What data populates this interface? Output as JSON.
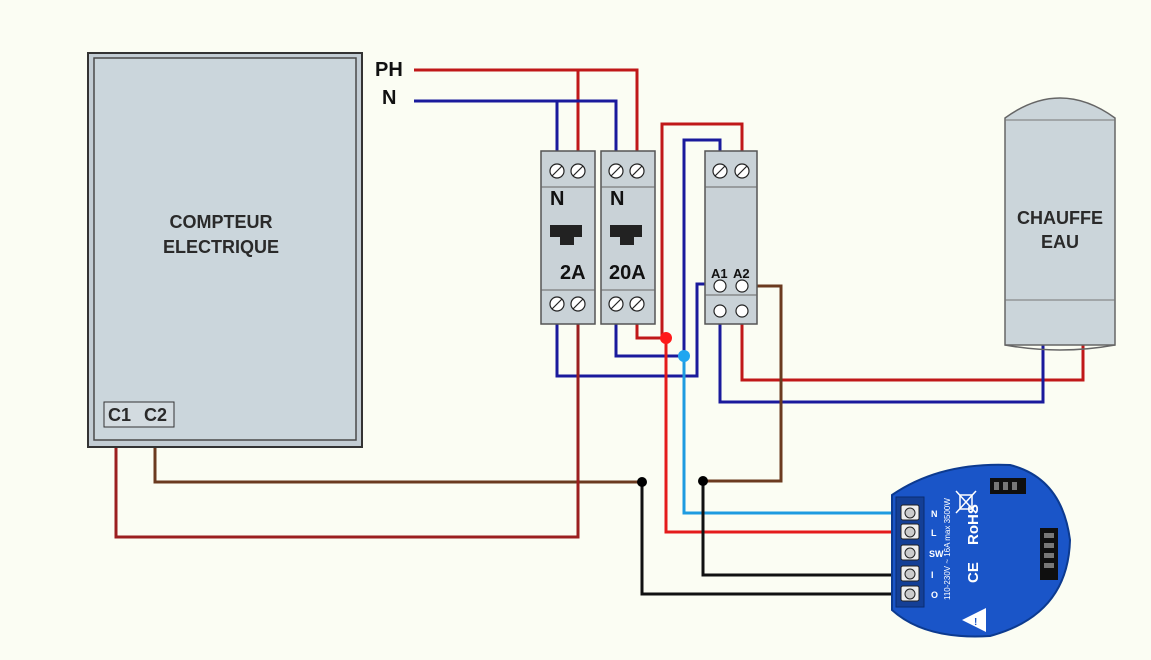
{
  "supply": {
    "phase_label": "PH",
    "neutral_label": "N"
  },
  "meter": {
    "line1": "COMPTEUR",
    "line2": "ELECTRIQUE",
    "terminal1": "C1",
    "terminal2": "C2"
  },
  "breakers": [
    {
      "pole_label": "N",
      "rating": "2A"
    },
    {
      "pole_label": "N",
      "rating": "20A"
    }
  ],
  "contactor": {
    "coil_label_1": "A1",
    "coil_label_2": "A2"
  },
  "heater": {
    "line1": "CHAUFFE",
    "line2": "EAU"
  },
  "relay_module": {
    "terminals": [
      "O",
      "I",
      "SW",
      "L",
      "N"
    ],
    "marks": [
      "CE",
      "RoHS"
    ],
    "fine_print": "110-230V ~ 16A  max 3500W"
  },
  "colors": {
    "phase": "#c01818",
    "neutral": "#1a1a9c",
    "signal_blue": "#1e9be0",
    "signal_red": "#e41b1b",
    "control": "#6b3a1f",
    "black": "#111111",
    "equipment": "#cfd8dc",
    "module": "#1a55c8"
  },
  "icons": [
    "screw-terminal-icon",
    "junction-dot-icon",
    "breaker-toggle-icon",
    "warning-triangle-icon",
    "weee-bin-icon"
  ]
}
